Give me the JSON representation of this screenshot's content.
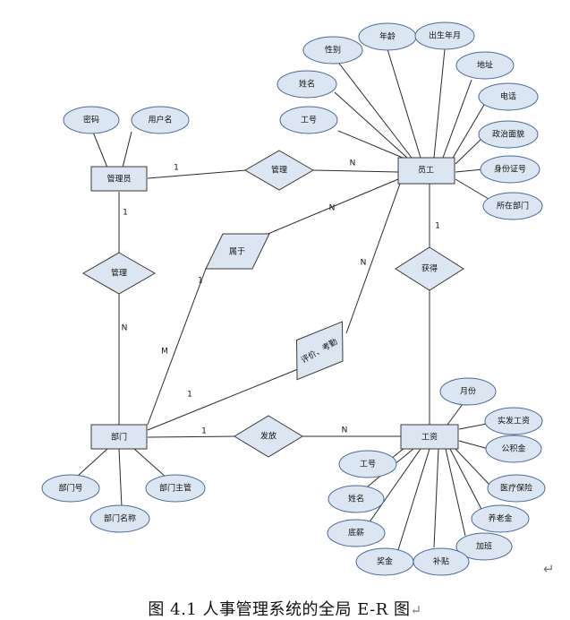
{
  "entities": {
    "admin": "管理员",
    "employee": "员工",
    "department": "部门",
    "salary": "工资"
  },
  "relationships": {
    "manage_emp": "管理",
    "manage_dept": "管理",
    "belongs": "属于",
    "evaluate": "评价、考勤",
    "obtain": "获得",
    "pay": "发放"
  },
  "attributes": {
    "admin": [
      "密码",
      "用户名"
    ],
    "employee": [
      "工号",
      "姓名",
      "性别",
      "年龄",
      "出生年月",
      "地址",
      "电话",
      "政治面貌",
      "身份证号",
      "所在部门"
    ],
    "department": [
      "部门号",
      "部门名称",
      "部门主管"
    ],
    "salary": [
      "月份",
      "实发工资",
      "公积金",
      "医疗保险",
      "养老金",
      "加班",
      "补贴",
      "奖金",
      "底薪",
      "姓名",
      "工号"
    ]
  },
  "cardinalities": {
    "admin_manage_emp": "1",
    "manage_emp_employee": "N",
    "admin_manage_dept": "1",
    "manage_dept_department": "N",
    "employee_belongs": "N",
    "belongs_department": "M",
    "employee_obtain": "1",
    "employee_evaluate": "N",
    "evaluate_department": "1",
    "department_pay": "1",
    "pay_salary": "N"
  },
  "caption": {
    "text": "图 4.1   人事管理系统的全局 E-R 图",
    "return_mark": "↵"
  },
  "corner_mark": "↵"
}
